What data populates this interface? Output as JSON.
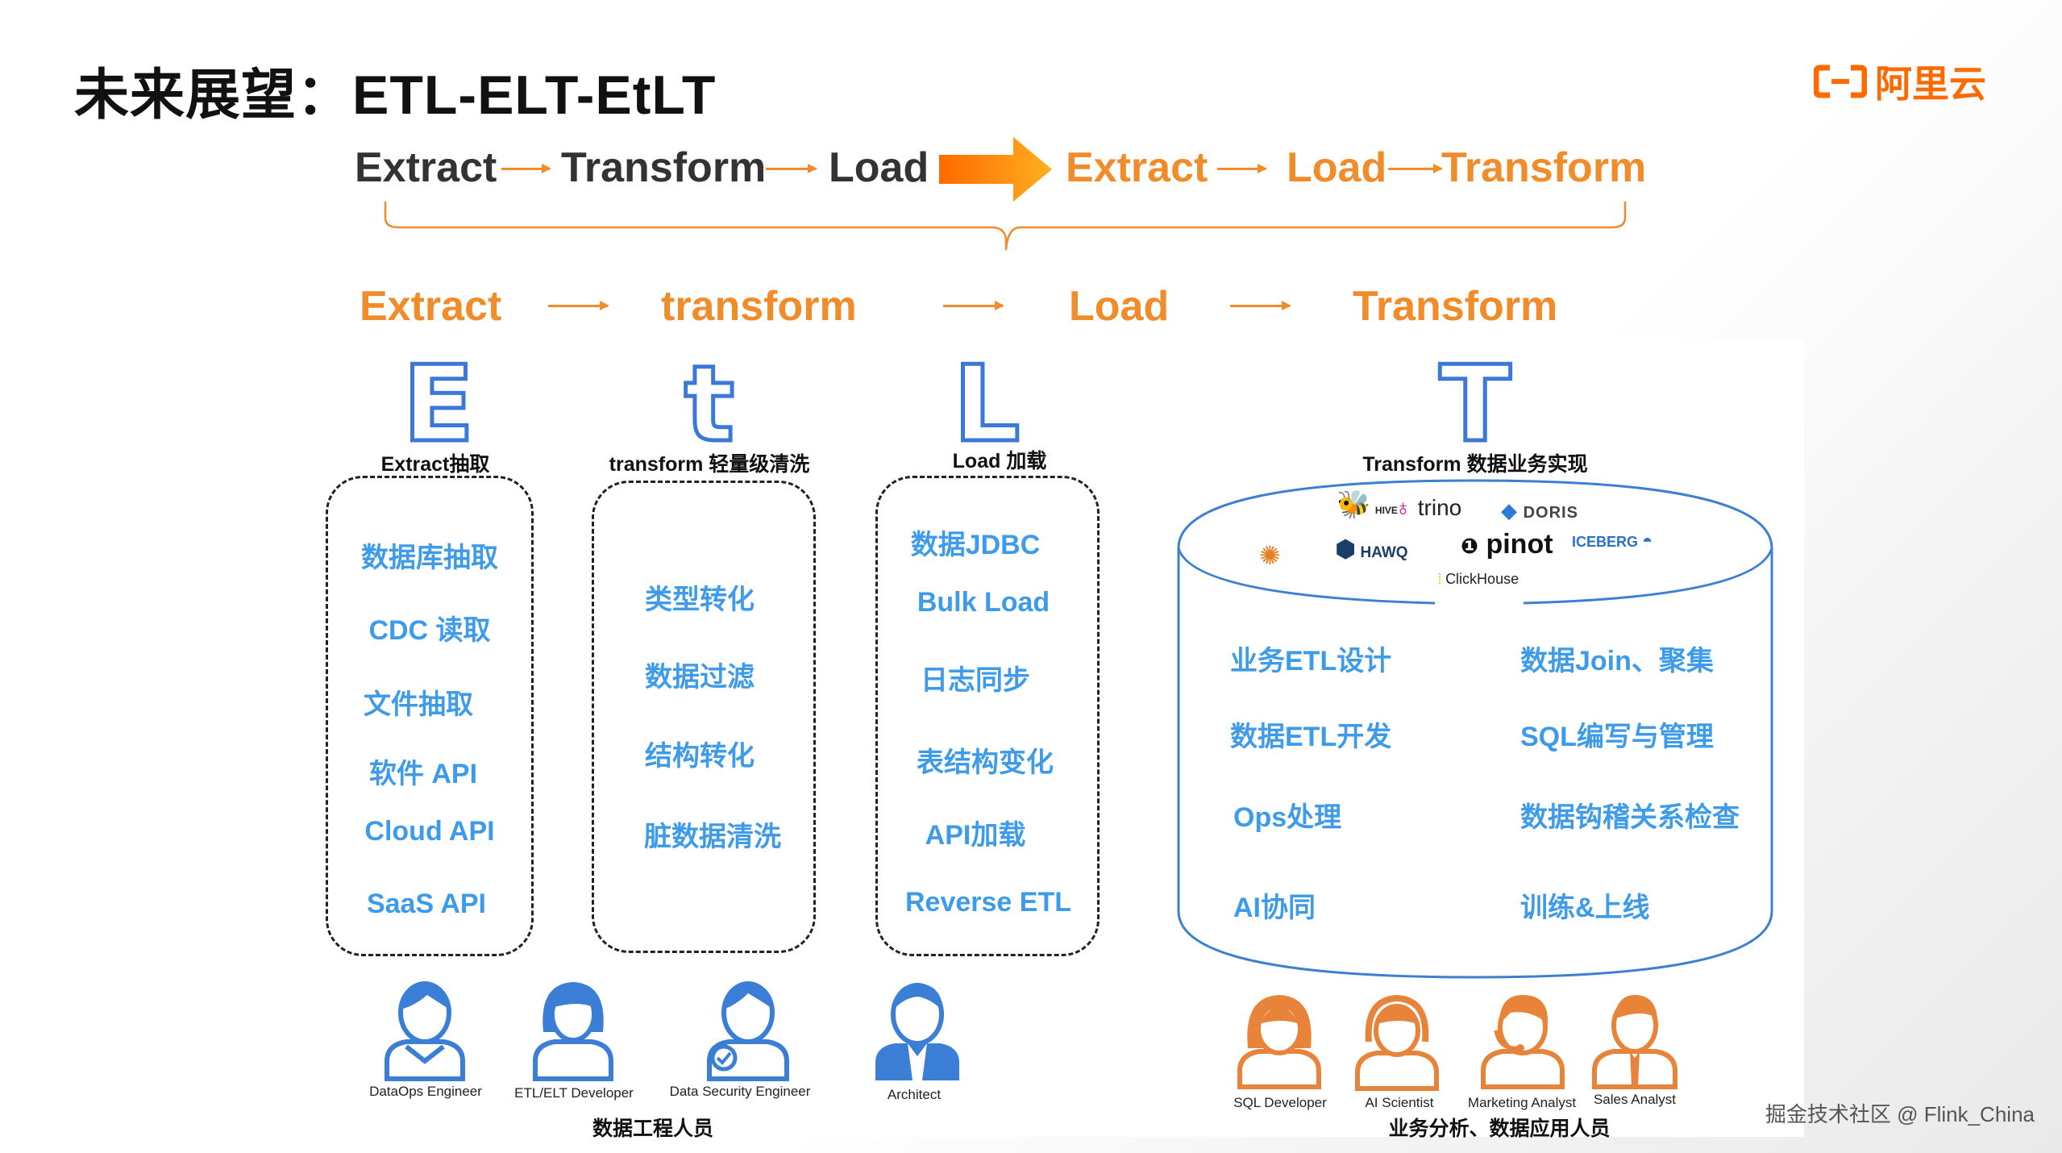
{
  "slide": {
    "title": "未来展望：ETL-ELT-EtLT"
  },
  "brand": {
    "logo_text": "阿里云",
    "accent": "#ff6a00"
  },
  "flow_top": {
    "left": [
      "Extract",
      "Transform",
      "Load"
    ],
    "right": [
      "Extract",
      "Load",
      "Transform"
    ]
  },
  "etlt_row": {
    "stages": [
      "Extract",
      "transform",
      "Load",
      "Transform"
    ]
  },
  "columns": [
    {
      "letter": "E",
      "caption": "Extract抽取",
      "items": [
        "数据库抽取",
        "CDC 读取",
        "文件抽取",
        "软件 API",
        "Cloud API",
        "SaaS API"
      ]
    },
    {
      "letter": "t",
      "caption": "transform 轻量级清洗",
      "items": [
        "类型转化",
        "数据过滤",
        "结构转化",
        "脏数据清洗"
      ]
    },
    {
      "letter": "L",
      "caption": "Load 加载",
      "items": [
        "数据JDBC",
        "Bulk Load",
        "日志同步",
        "表结构变化",
        "API加载",
        "Reverse ETL"
      ]
    },
    {
      "letter": "T",
      "caption": "Transform 数据业务实现"
    }
  ],
  "database": {
    "logos": [
      "trino",
      "DORIS",
      "HAWQ",
      "pinot",
      "ICEBERG",
      "ClickHouse",
      "HIVE"
    ],
    "left_items": [
      "业务ETL设计",
      "数据ETL开发",
      "Ops处理",
      "AI协同"
    ],
    "right_items": [
      "数据Join、聚集",
      "SQL编写与管理",
      "数据钩稽关系检查",
      "训练&上线"
    ]
  },
  "people_left": {
    "roles": [
      "DataOps Engineer",
      "ETL/ELT Developer",
      "Data Security Engineer",
      "Architect"
    ],
    "group": "数据工程人员"
  },
  "people_right": {
    "roles": [
      "SQL Developer",
      "AI Scientist",
      "Marketing Analyst",
      "Sales Analyst"
    ],
    "group": "业务分析、数据应用人员"
  },
  "watermark": "掘金技术社区 @ Flink_China",
  "colors": {
    "orange": "#f08c2a",
    "blue_text": "#3d9be9",
    "letter_stroke": "#3c78d8",
    "person_blue": "#3a7fd5",
    "person_orange": "#e8843a"
  }
}
